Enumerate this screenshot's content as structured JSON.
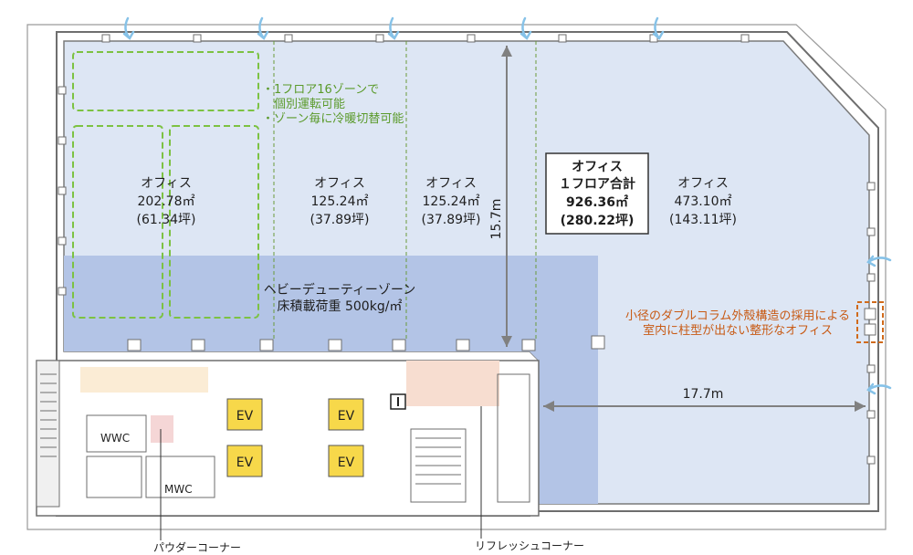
{
  "zone_note": {
    "line1": "・1フロア16ゾーンで",
    "line2": "　個別運転可能",
    "line3": "・ゾーン毎に冷暖切替可能"
  },
  "offices": [
    {
      "name": "オフィス",
      "area": "202.78㎡",
      "tsubo": "(61.34坪)"
    },
    {
      "name": "オフィス",
      "area": "125.24㎡",
      "tsubo": "(37.89坪)"
    },
    {
      "name": "オフィス",
      "area": "125.24㎡",
      "tsubo": "(37.89坪)"
    },
    {
      "name": "オフィス",
      "area": "473.10㎡",
      "tsubo": "(143.11坪)"
    }
  ],
  "total_box": {
    "line1": "オフィス",
    "line2": "１フロア合計",
    "area": "926.36㎡",
    "tsubo": "(280.22坪)"
  },
  "heavy_duty": {
    "line1": "ヘビーデューティーゾーン",
    "line2": "床積載荷重 500kg/㎡"
  },
  "dimensions": {
    "vertical": "15.7m",
    "horizontal": "17.7m"
  },
  "column_note": {
    "line1": "小径のダブルコラム外殻構造の採用による",
    "line2": "室内に柱型が出ない整形なオフィス"
  },
  "elevators": [
    "EV",
    "EV",
    "EV",
    "EV"
  ],
  "restrooms": {
    "women": "WWC",
    "men": "MWC"
  },
  "callouts": {
    "powder": "パウダーコーナー",
    "refresh": "リフレッシュコーナー"
  },
  "colors": {
    "office_fill": "#dde6f4",
    "heavy_fill": "#b3c4e6",
    "zone_dash": "#7cc242",
    "ev_fill": "#f7d84a",
    "orange": "#d06a1a",
    "dim_line": "#808080"
  }
}
